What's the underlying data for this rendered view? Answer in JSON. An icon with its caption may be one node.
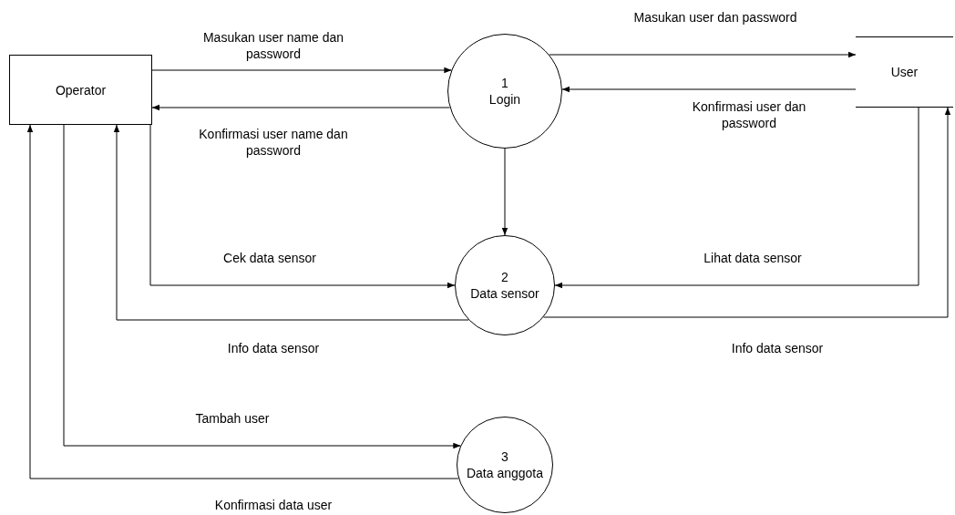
{
  "diagram": {
    "nodes": [
      {
        "text": [
          "Operator"
        ]
      },
      {
        "text": [
          "1",
          "Login"
        ]
      },
      {
        "text": [
          "2",
          "Data sensor"
        ]
      },
      {
        "text": [
          "3",
          "Data anggota"
        ]
      },
      {
        "text": [
          "User"
        ]
      }
    ],
    "edges": [
      {
        "from": 0,
        "to": 1,
        "arrow": "to",
        "label": "Masukan user name dan password"
      },
      {
        "from": 1,
        "to": 0,
        "arrow": "to",
        "label": "Konfirmasi user name dan password"
      },
      {
        "from": 1,
        "to": 4,
        "arrow": "to",
        "label": "Masukan user dan password"
      },
      {
        "from": 4,
        "to": 1,
        "arrow": "to",
        "label": "Konfirmasi user dan password"
      },
      {
        "from": 1,
        "to": 2,
        "arrow": "to"
      },
      {
        "from": 0,
        "to": 2,
        "arrow": "to",
        "label": "Cek data sensor"
      },
      {
        "from": 2,
        "to": 0,
        "arrow": "to",
        "label": "Info data sensor"
      },
      {
        "from": 4,
        "to": 2,
        "arrow": "to",
        "label": "Lihat data sensor"
      },
      {
        "from": 2,
        "to": 4,
        "arrow": "to",
        "label": "Info data sensor"
      },
      {
        "from": 0,
        "to": 3,
        "arrow": "to",
        "label": "Tambah user"
      },
      {
        "from": 3,
        "to": 0,
        "arrow": "to",
        "label": "Konfirmasi data user"
      }
    ]
  }
}
